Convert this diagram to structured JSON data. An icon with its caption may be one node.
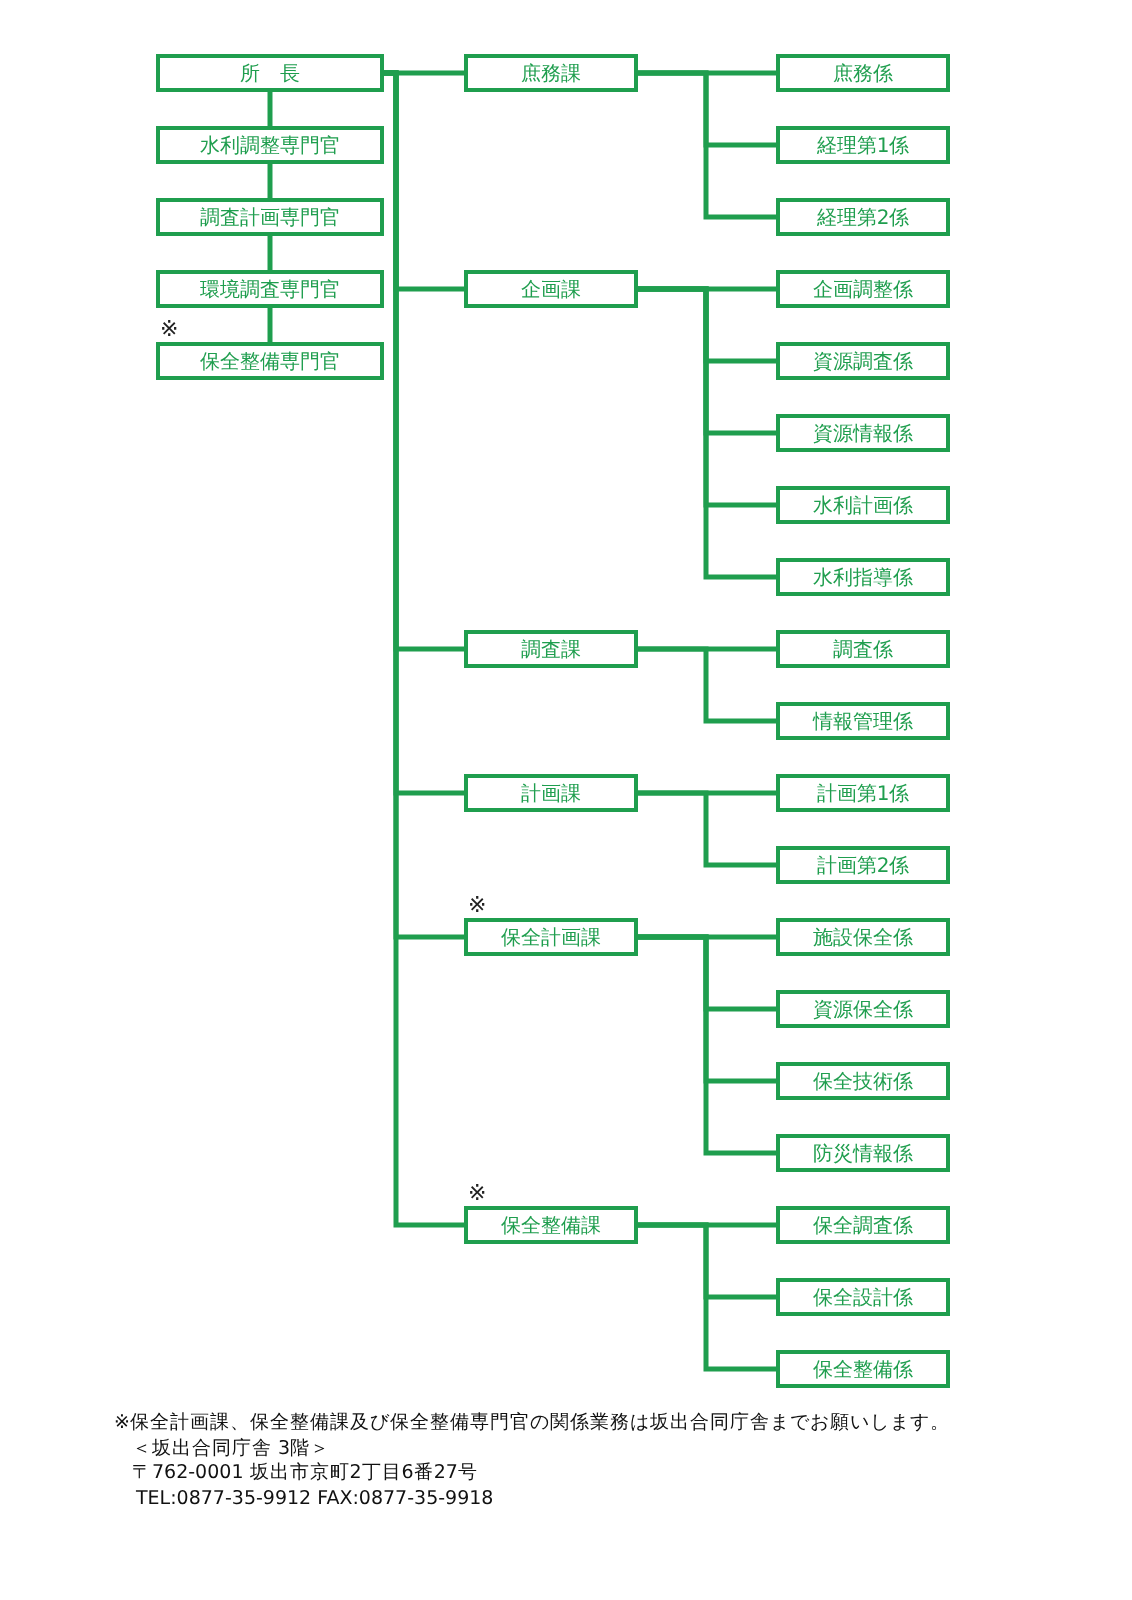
{
  "diagram": {
    "nodes": [
      {
        "text": [
          "所　長"
        ]
      },
      {
        "text": [
          "水利調整専門官"
        ]
      },
      {
        "text": [
          "調査計画専門官"
        ]
      },
      {
        "text": [
          "環境調査専門官"
        ]
      },
      {
        "text": [
          "保全整備専門官"
        ],
        "beside": [
          "※"
        ]
      },
      {
        "text": [
          "庶務課"
        ]
      },
      {
        "text": [
          "庶務係"
        ]
      },
      {
        "text": [
          "経理第1係"
        ]
      },
      {
        "text": [
          "経理第2係"
        ]
      },
      {
        "text": [
          "企画課"
        ]
      },
      {
        "text": [
          "企画調整係"
        ]
      },
      {
        "text": [
          "資源調査係"
        ]
      },
      {
        "text": [
          "資源情報係"
        ]
      },
      {
        "text": [
          "水利計画係"
        ]
      },
      {
        "text": [
          "水利指導係"
        ]
      },
      {
        "text": [
          "調査課"
        ]
      },
      {
        "text": [
          "調査係"
        ]
      },
      {
        "text": [
          "情報管理係"
        ]
      },
      {
        "text": [
          "計画課"
        ]
      },
      {
        "text": [
          "計画第1係"
        ]
      },
      {
        "text": [
          "計画第2係"
        ]
      },
      {
        "text": [
          "保全計画課"
        ],
        "beside": [
          "※"
        ]
      },
      {
        "text": [
          "施設保全係"
        ]
      },
      {
        "text": [
          "資源保全係"
        ]
      },
      {
        "text": [
          "保全技術係"
        ]
      },
      {
        "text": [
          "防災情報係"
        ]
      },
      {
        "text": [
          "保全整備課"
        ],
        "beside": [
          "※"
        ]
      },
      {
        "text": [
          "保全調査係"
        ]
      },
      {
        "text": [
          "保全設計係"
        ]
      },
      {
        "text": [
          "保全整備係"
        ]
      }
    ],
    "edges": [
      {
        "from": 0,
        "to": 1,
        "arrow": "none"
      },
      {
        "from": 1,
        "to": 2,
        "arrow": "none"
      },
      {
        "from": 2,
        "to": 3,
        "arrow": "none"
      },
      {
        "from": 3,
        "to": 4,
        "arrow": "none"
      },
      {
        "from": 0,
        "to": 5,
        "arrow": "none"
      },
      {
        "from": 0,
        "to": 9,
        "arrow": "none"
      },
      {
        "from": 0,
        "to": 15,
        "arrow": "none"
      },
      {
        "from": 0,
        "to": 18,
        "arrow": "none"
      },
      {
        "from": 0,
        "to": 21,
        "arrow": "none"
      },
      {
        "from": 0,
        "to": 26,
        "arrow": "none"
      },
      {
        "from": 5,
        "to": 6,
        "arrow": "none"
      },
      {
        "from": 5,
        "to": 7,
        "arrow": "none"
      },
      {
        "from": 5,
        "to": 8,
        "arrow": "none"
      },
      {
        "from": 9,
        "to": 10,
        "arrow": "none"
      },
      {
        "from": 9,
        "to": 11,
        "arrow": "none"
      },
      {
        "from": 9,
        "to": 12,
        "arrow": "none"
      },
      {
        "from": 9,
        "to": 13,
        "arrow": "none"
      },
      {
        "from": 9,
        "to": 14,
        "arrow": "none"
      },
      {
        "from": 15,
        "to": 16,
        "arrow": "none"
      },
      {
        "from": 15,
        "to": 17,
        "arrow": "none"
      },
      {
        "from": 18,
        "to": 19,
        "arrow": "none"
      },
      {
        "from": 18,
        "to": 20,
        "arrow": "none"
      },
      {
        "from": 21,
        "to": 22,
        "arrow": "none"
      },
      {
        "from": 21,
        "to": 23,
        "arrow": "none"
      },
      {
        "from": 21,
        "to": 24,
        "arrow": "none"
      },
      {
        "from": 21,
        "to": 25,
        "arrow": "none"
      },
      {
        "from": 26,
        "to": 27,
        "arrow": "none"
      },
      {
        "from": 26,
        "to": 28,
        "arrow": "none"
      },
      {
        "from": 26,
        "to": 29,
        "arrow": "none"
      }
    ],
    "labels": [
      "※保全計画課、保全整備課及び保全整備専門官の関係業務は坂出合同庁舎までお願いします。",
      "＜坂出合同庁舎 3階＞",
      "〒762-0001 坂出市京町2丁目6番27号",
      "TEL:0877-35-9912 FAX:0877-35-9918"
    ]
  }
}
